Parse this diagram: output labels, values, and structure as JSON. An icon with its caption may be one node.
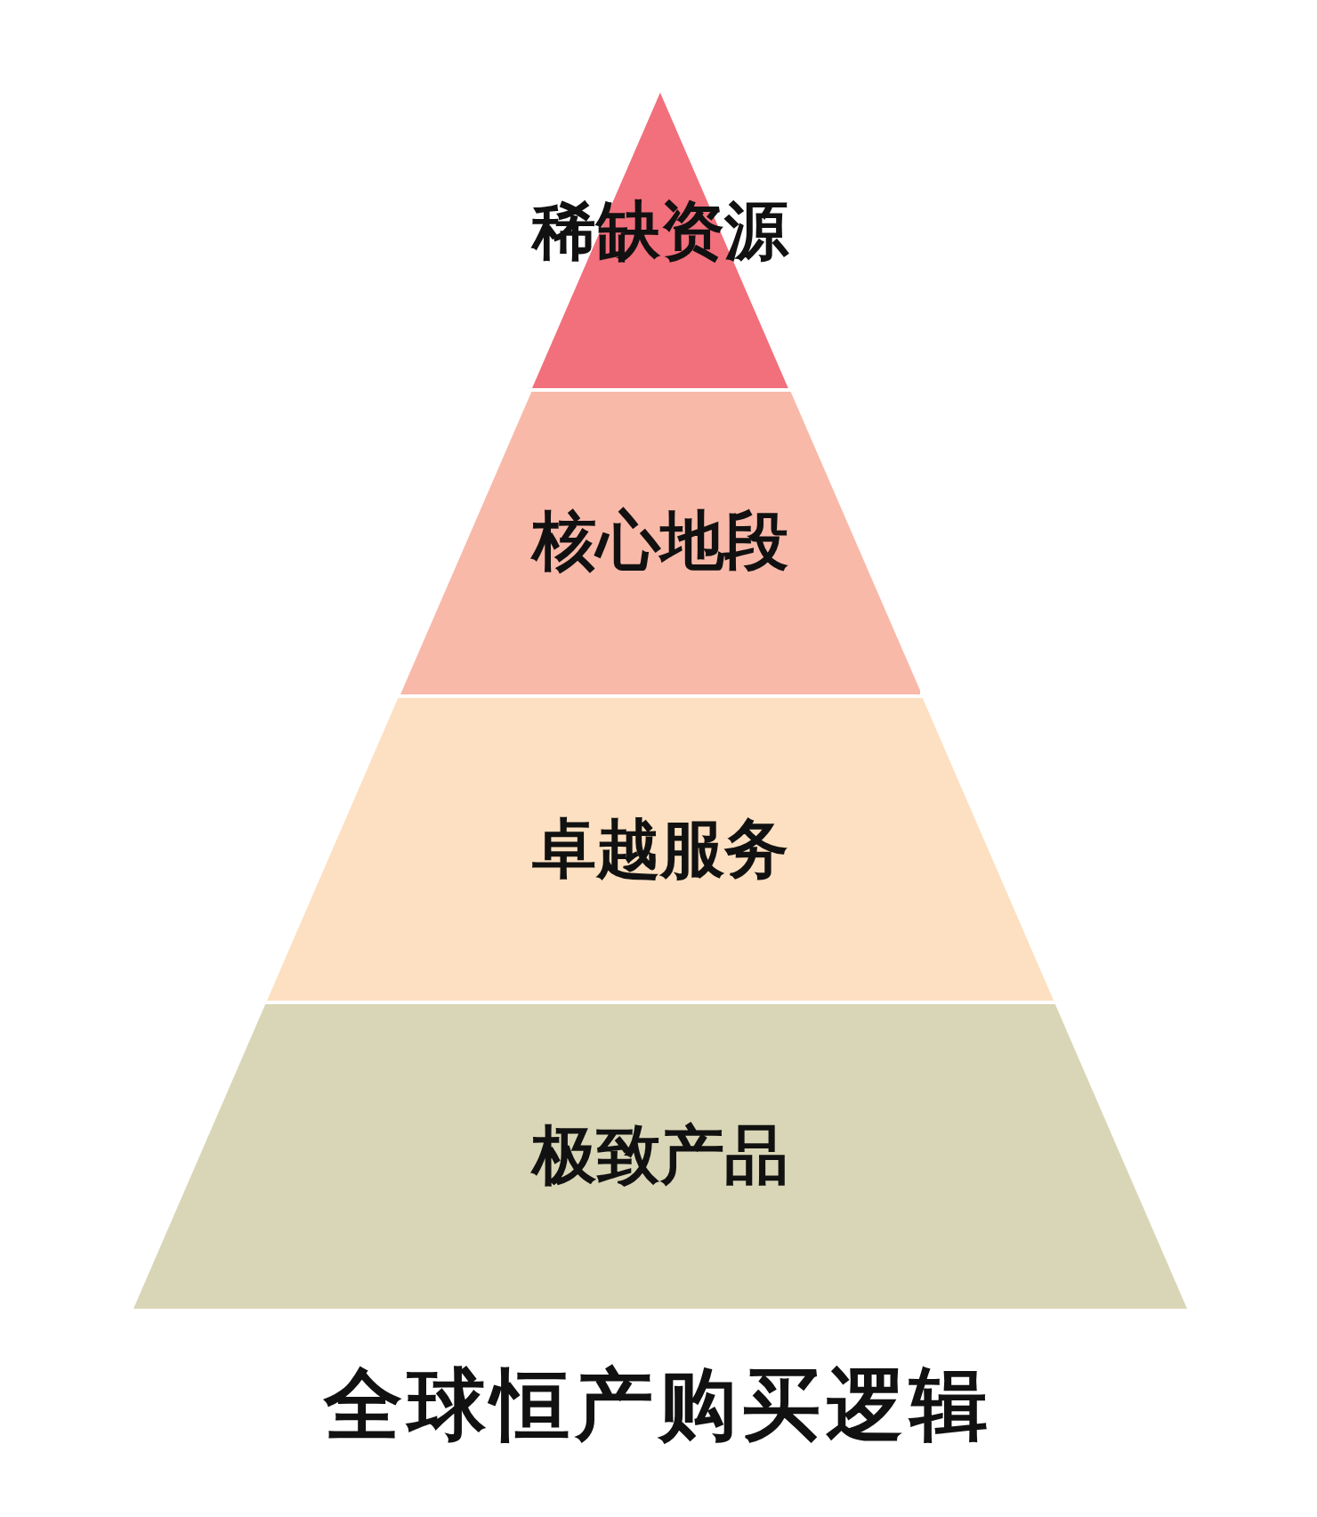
{
  "diagram": {
    "caption": "全球恒产购买逻辑",
    "nodes": [
      {
        "text": [
          "稀缺资源"
        ]
      },
      {
        "text": [
          "核心地段"
        ]
      },
      {
        "text": [
          "卓越服务"
        ]
      },
      {
        "text": [
          "极致产品"
        ]
      }
    ]
  }
}
